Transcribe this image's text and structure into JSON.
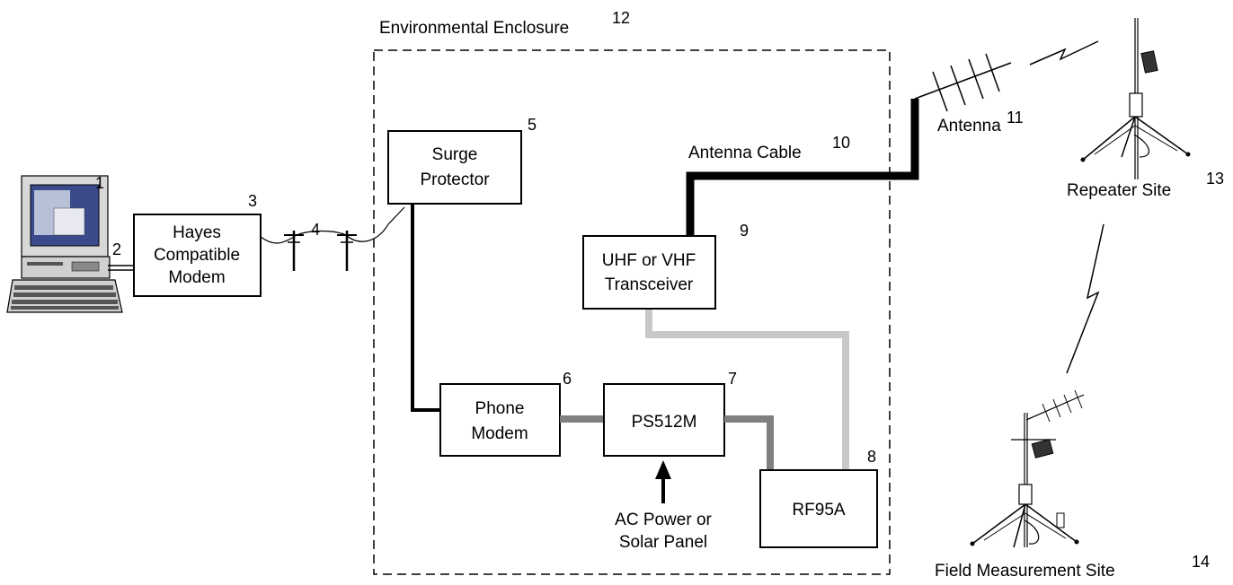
{
  "enclosure": {
    "label": "Environmental Enclosure",
    "number": "12"
  },
  "computer": {
    "number": "1",
    "cable_number": "2"
  },
  "hayes_modem": {
    "lines": [
      "Hayes",
      "Compatible",
      "Modem"
    ],
    "number": "3"
  },
  "phone_line": {
    "number": "4"
  },
  "surge_protector": {
    "lines": [
      "Surge",
      "Protector"
    ],
    "number": "5"
  },
  "phone_modem": {
    "lines": [
      "Phone",
      "Modem"
    ],
    "number": "6"
  },
  "ps512m": {
    "label": "PS512M",
    "number": "7"
  },
  "power_source": {
    "lines": [
      "AC Power or",
      "Solar Panel"
    ]
  },
  "rf95a": {
    "label": "RF95A",
    "number": "8"
  },
  "transceiver": {
    "lines": [
      "UHF or VHF",
      "Transceiver"
    ],
    "number": "9"
  },
  "antenna_cable": {
    "label": "Antenna Cable",
    "number": "10"
  },
  "antenna": {
    "label": "Antenna",
    "number": "11"
  },
  "repeater_site": {
    "label": "Repeater Site",
    "number": "13"
  },
  "field_site": {
    "label": "Field Measurement Site",
    "number": "14"
  }
}
